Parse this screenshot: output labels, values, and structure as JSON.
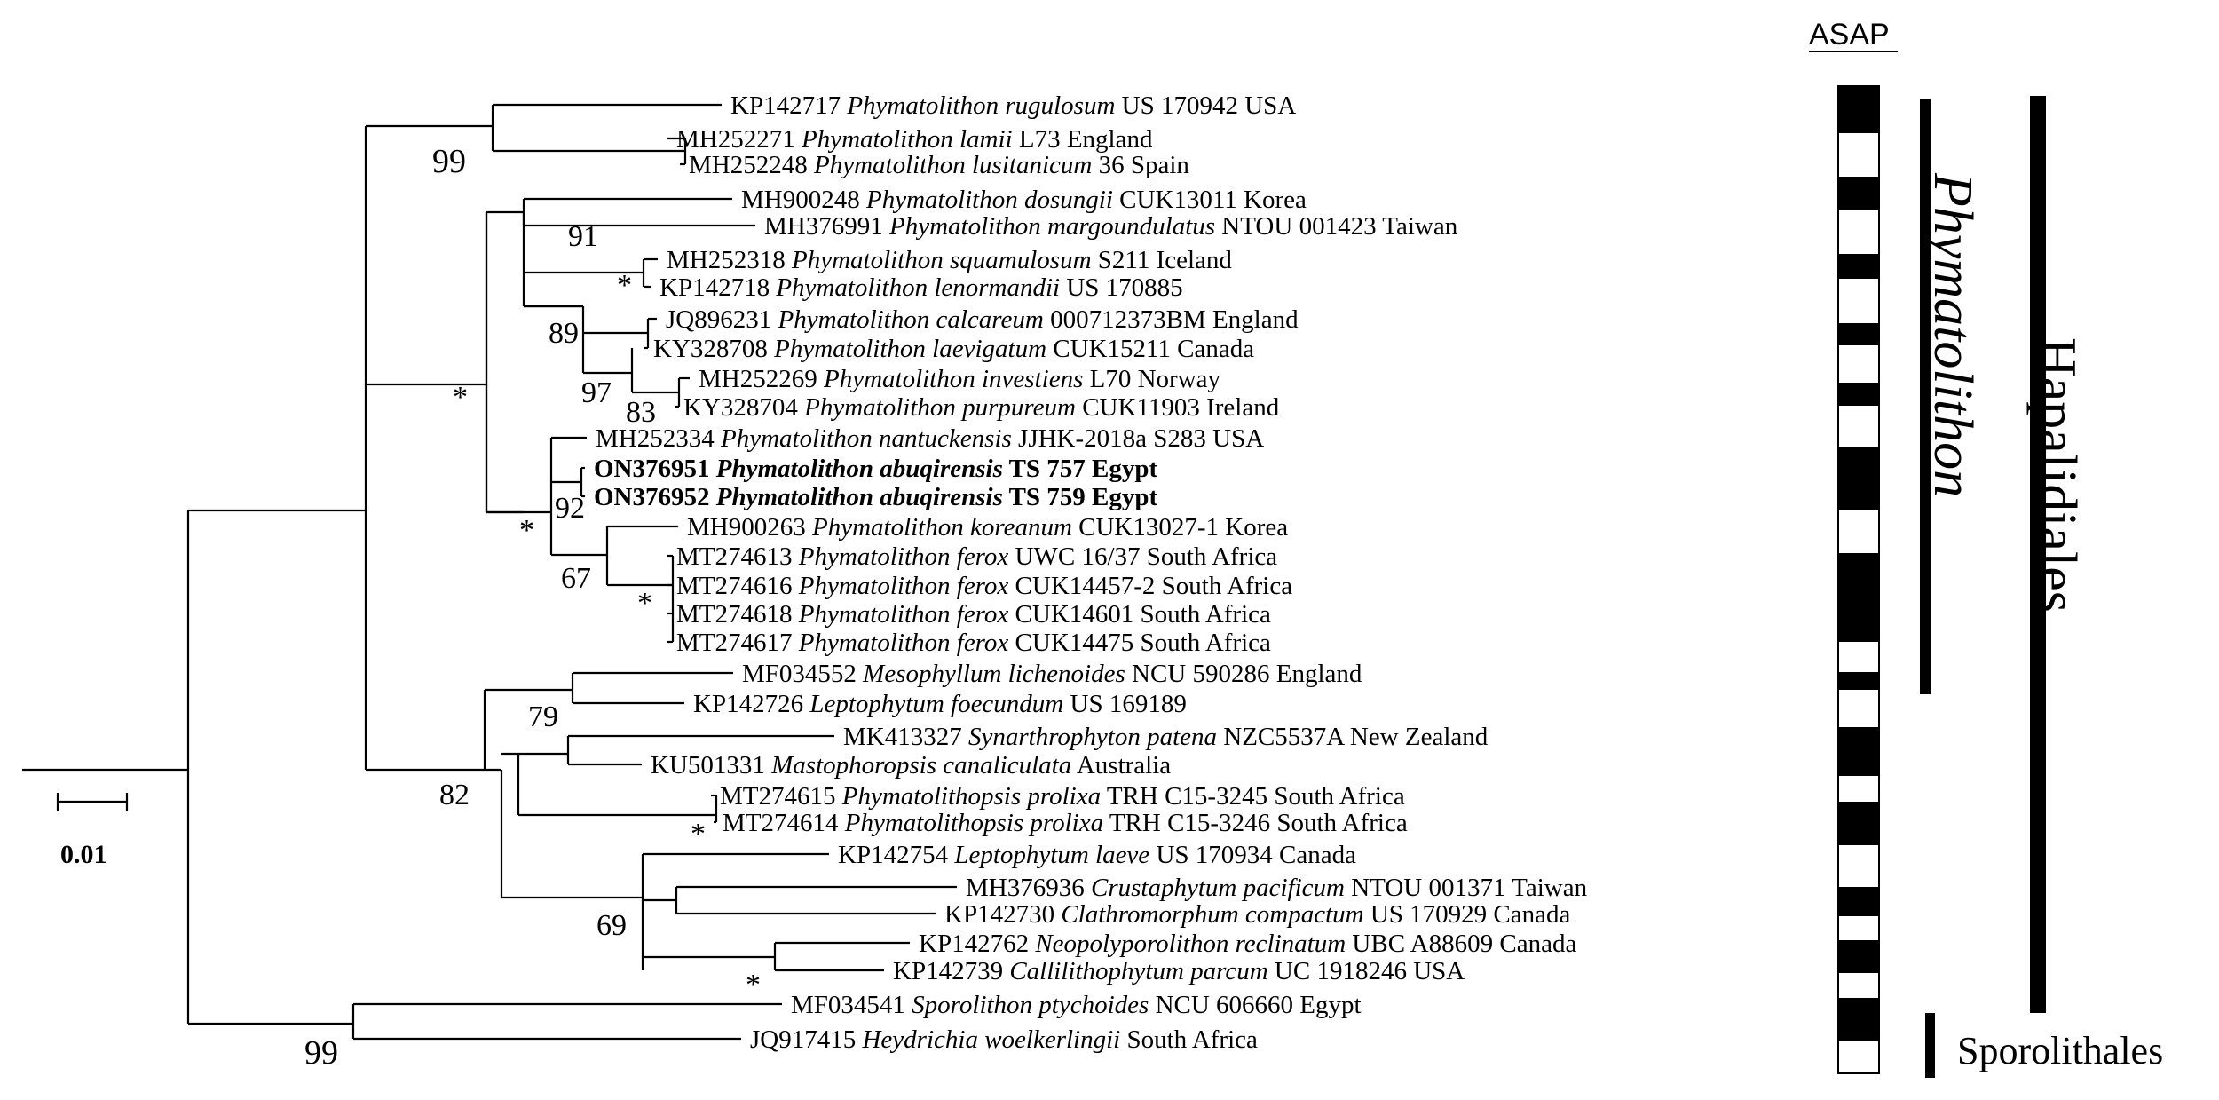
{
  "taxa": [
    {
      "acc": "KP142717",
      "species": "Phymatolithon rugulosum",
      "voucher": "US 170942 USA",
      "bold": false
    },
    {
      "acc": "MH252271",
      "species": "Phymatolithon lamii",
      "voucher": "L73 England",
      "bold": false
    },
    {
      "acc": "MH252248",
      "species": "Phymatolithon lusitanicum",
      "voucher": "36 Spain",
      "bold": false
    },
    {
      "acc": "MH900248",
      "species": "Phymatolithon dosungii",
      "voucher": "CUK13011 Korea",
      "bold": false
    },
    {
      "acc": "MH376991",
      "species": "Phymatolithon margoundulatus",
      "voucher": "NTOU 001423 Taiwan",
      "bold": false
    },
    {
      "acc": "MH252318",
      "species": "Phymatolithon squamulosum",
      "voucher": "S211 Iceland",
      "bold": false
    },
    {
      "acc": "KP142718",
      "species": "Phymatolithon lenormandii",
      "voucher": "US 170885",
      "bold": false
    },
    {
      "acc": "JQ896231",
      "species": "Phymatolithon calcareum",
      "voucher": "000712373BM England",
      "bold": false
    },
    {
      "acc": "KY328708",
      "species": "Phymatolithon laevigatum",
      "voucher": "CUK15211 Canada",
      "bold": false
    },
    {
      "acc": "MH252269",
      "species": "Phymatolithon investiens",
      "voucher": "L70 Norway",
      "bold": false
    },
    {
      "acc": "KY328704",
      "species": "Phymatolithon purpureum",
      "voucher": "CUK11903 Ireland",
      "bold": false
    },
    {
      "acc": "MH252334",
      "species": "Phymatolithon nantuckensis",
      "voucher": "JJHK-2018a S283 USA",
      "bold": false
    },
    {
      "acc": "ON376951",
      "species": "Phymatolithon abuqirensis",
      "voucher": "TS 757 Egypt",
      "bold": true
    },
    {
      "acc": "ON376952",
      "species": "Phymatolithon abuqirensis",
      "voucher": "TS 759 Egypt",
      "bold": true
    },
    {
      "acc": "MH900263",
      "species": "Phymatolithon koreanum",
      "voucher": "CUK13027-1 Korea",
      "bold": false
    },
    {
      "acc": "MT274613",
      "species": "Phymatolithon ferox",
      "voucher": "UWC 16/37 South Africa",
      "bold": false
    },
    {
      "acc": "MT274616",
      "species": "Phymatolithon ferox",
      "voucher": "CUK14457-2 South Africa",
      "bold": false
    },
    {
      "acc": "MT274618",
      "species": "Phymatolithon ferox",
      "voucher": "CUK14601 South Africa",
      "bold": false
    },
    {
      "acc": "MT274617",
      "species": "Phymatolithon ferox",
      "voucher": "CUK14475 South Africa",
      "bold": false
    },
    {
      "acc": "MF034552",
      "species": "Mesophyllum lichenoides",
      "voucher": "NCU 590286 England",
      "bold": false
    },
    {
      "acc": "KP142726",
      "species": "Leptophytum foecundum",
      "voucher": "US 169189",
      "bold": false
    },
    {
      "acc": "MK413327",
      "species": "Synarthrophyton patena",
      "voucher": "NZC5537A New Zealand",
      "bold": false
    },
    {
      "acc": "KU501331",
      "species": "Mastophoropsis canaliculata",
      "voucher": "Australia",
      "bold": false
    },
    {
      "acc": "MT274615",
      "species": "Phymatolithopsis prolixa",
      "voucher": "TRH C15-3245 South Africa",
      "bold": false
    },
    {
      "acc": "MT274614",
      "species": "Phymatolithopsis prolixa",
      "voucher": "TRH C15-3246 South Africa",
      "bold": false
    },
    {
      "acc": "KP142754",
      "species": "Leptophytum laeve",
      "voucher": "US 170934 Canada",
      "bold": false
    },
    {
      "acc": "MH376936",
      "species": "Crustaphytum pacificum",
      "voucher": "NTOU 001371 Taiwan",
      "bold": false
    },
    {
      "acc": "KP142730",
      "species": "Clathromorphum compactum",
      "voucher": "US 170929 Canada",
      "bold": false
    },
    {
      "acc": "KP142762",
      "species": "Neopolyporolithon reclinatum",
      "voucher": "UBC A88609 Canada",
      "bold": false
    },
    {
      "acc": "KP142739",
      "species": "Callilithophytum parcum",
      "voucher": "UC 1918246 USA",
      "bold": false
    },
    {
      "acc": "MF034541",
      "species": "Sporolithon ptychoides",
      "voucher": "NCU 606660 Egypt",
      "bold": false
    },
    {
      "acc": "JQ917415",
      "species": "Heydrichia woelkerlingii",
      "voucher": "South Africa",
      "bold": false
    }
  ],
  "support_values": [
    "99",
    "*",
    "91",
    "*",
    "89",
    "97",
    "83",
    "92",
    "*",
    "67",
    "*",
    "79",
    "82",
    "*",
    "69",
    "*",
    "99"
  ],
  "scale_bar": {
    "label": "0.01"
  },
  "asap": {
    "title": "ASAP",
    "bar_colors": {
      "filled": "#000000",
      "empty": "#ffffff"
    }
  },
  "clade_labels": {
    "genus": "Phymatolithon",
    "order1": "Hapalidiales",
    "order2": "Sporolithales"
  }
}
